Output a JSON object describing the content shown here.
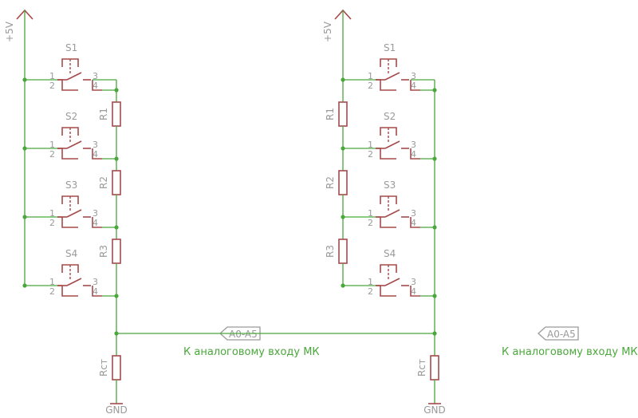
{
  "supply_label": "+5V",
  "ground_label": "GND",
  "port_label": "A0-A5",
  "note": "К аналоговому входу МК",
  "switches": [
    {
      "name": "S1",
      "pins": [
        "1",
        "2",
        "3",
        "4"
      ]
    },
    {
      "name": "S2",
      "pins": [
        "1",
        "2",
        "3",
        "4"
      ]
    },
    {
      "name": "S3",
      "pins": [
        "1",
        "2",
        "3",
        "4"
      ]
    },
    {
      "name": "S4",
      "pins": [
        "1",
        "2",
        "3",
        "4"
      ]
    }
  ],
  "resistors": [
    "R1",
    "R2",
    "R3"
  ],
  "bottom_resistor": "Rст",
  "colors": {
    "wire": "#49a83a",
    "part": "#a54a4a",
    "text": "#9a9a9a"
  }
}
